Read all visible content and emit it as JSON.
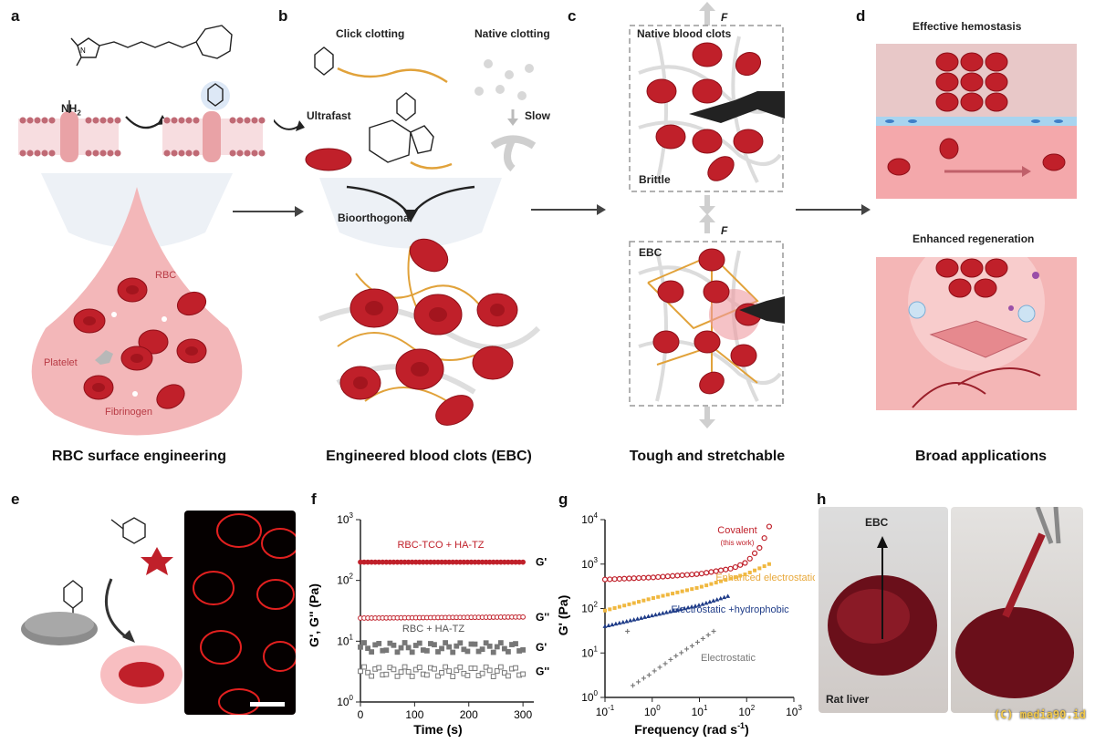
{
  "panels": {
    "a": {
      "label": "a",
      "nh2": "NH",
      "nh2_sub": "2",
      "rbc": "RBC",
      "platelet": "Platelet",
      "fibrinogen": "Fibrinogen",
      "caption": "RBC surface engineering"
    },
    "b": {
      "label": "b",
      "click_clotting": "Click clotting",
      "native_clotting": "Native clotting",
      "ultrafast": "Ultrafast",
      "slow": "Slow",
      "bioorthogonal": "Bioorthogonal",
      "caption": "Engineered blood clots (EBC)"
    },
    "c": {
      "label": "c",
      "native_blood_clots": "Native blood clots",
      "brittle": "Brittle",
      "ebc": "EBC",
      "force": "F",
      "caption": "Tough and stretchable"
    },
    "d": {
      "label": "d",
      "effective_hemostasis": "Effective hemostasis",
      "enhanced_regeneration": "Enhanced regeneration",
      "caption": "Broad applications"
    },
    "e": {
      "label": "e"
    },
    "h": {
      "label": "h",
      "ebc": "EBC",
      "rat_liver": "Rat liver"
    }
  },
  "colors": {
    "rbc": "#c0202a",
    "rbc_dark": "#8e0f18",
    "fiber": "#e1a23a",
    "fibrin_gray": "#c8c8c8",
    "drop": "#f3b7b9",
    "covalent": "#c0202a",
    "enhanced": "#f0b840",
    "hydrophobic": "#1f3c88",
    "electrostatic": "#777777"
  },
  "chart_data": [
    {
      "panel": "f",
      "type": "scatter",
      "xlabel": "Time (s)",
      "ylabel": "G', G'' (Pa)",
      "xlim": [
        0,
        320
      ],
      "ylim": [
        1,
        1000
      ],
      "yscale": "log",
      "xticks": [
        0,
        100,
        200,
        300
      ],
      "yticks": [
        "10^0",
        "10^1",
        "10^2",
        "10^3"
      ],
      "annotations": [
        "RBC-TCO + HA-TZ",
        "RBC + HA-TZ"
      ],
      "series": [
        {
          "name": "G'",
          "group": "RBC-TCO + HA-TZ",
          "marker": "filled",
          "color": "#c0202a",
          "x": [
            0,
            300
          ],
          "y": [
            200,
            200
          ]
        },
        {
          "name": "G''",
          "group": "RBC-TCO + HA-TZ",
          "marker": "open",
          "color": "#c0202a",
          "x": [
            0,
            300
          ],
          "y": [
            24,
            25
          ]
        },
        {
          "name": "G'",
          "group": "RBC + HA-TZ",
          "marker": "filled",
          "color": "#777777",
          "x": [
            0,
            300
          ],
          "y": [
            8,
            8
          ]
        },
        {
          "name": "G''",
          "group": "RBC + HA-TZ",
          "marker": "open",
          "color": "#777777",
          "x": [
            0,
            300
          ],
          "y": [
            3.2,
            3.2
          ]
        }
      ]
    },
    {
      "panel": "g",
      "type": "scatter",
      "xlabel": "Frequency (rad s",
      "xlabel_sup": "-1",
      "xlabel_close": ")",
      "ylabel": "G' (Pa)",
      "xscale": "log",
      "yscale": "log",
      "xlim": [
        0.1,
        1000
      ],
      "ylim": [
        1,
        10000
      ],
      "xticks": [
        "10^-1",
        "10^0",
        "10^1",
        "10^2",
        "10^3"
      ],
      "yticks": [
        "10^0",
        "10^1",
        "10^2",
        "10^3",
        "10^4"
      ],
      "series": [
        {
          "name": "Covalent",
          "note": "(this work)",
          "color": "#c0202a",
          "x": [
            0.1,
            1,
            10,
            50,
            100,
            200,
            300
          ],
          "y": [
            450,
            500,
            600,
            800,
            1100,
            2500,
            7000
          ]
        },
        {
          "name": "Enhanced electrostatic",
          "color": "#f0b840",
          "x": [
            0.1,
            1,
            10,
            100,
            300
          ],
          "y": [
            90,
            170,
            300,
            600,
            1000
          ]
        },
        {
          "name": "Electrostatic +hydrophobic",
          "color": "#1f3c88",
          "x": [
            0.1,
            1,
            10,
            40
          ],
          "y": [
            40,
            70,
            120,
            190
          ]
        },
        {
          "name": "Electrostatic",
          "color": "#777777",
          "x": [
            0.3,
            1,
            3,
            10,
            20
          ],
          "y": [
            1.5,
            3.5,
            8,
            18,
            30
          ]
        }
      ]
    }
  ]
}
